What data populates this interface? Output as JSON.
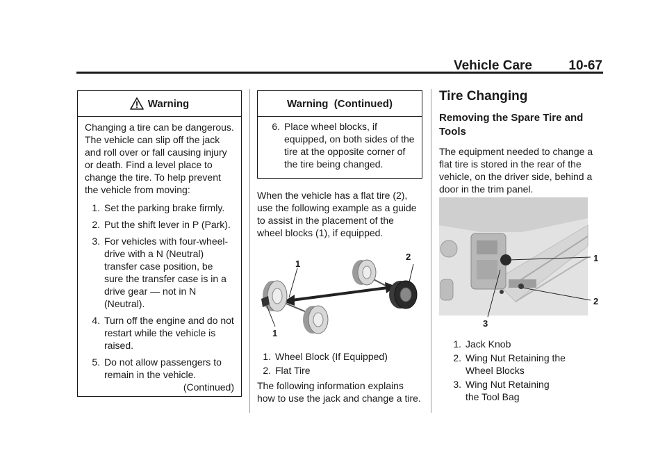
{
  "header": {
    "section": "Vehicle Care",
    "page": "10-67"
  },
  "warning_box": {
    "title": "Warning",
    "intro": "Changing a tire can be dangerous. The vehicle can slip off the jack and roll over or fall causing injury or death. Find a level place to change the tire. To help prevent the vehicle from moving:",
    "steps": [
      {
        "num": "1.",
        "text": "Set the parking brake firmly."
      },
      {
        "num": "2.",
        "text": "Put the shift lever in P (Park)."
      },
      {
        "num": "3.",
        "text": "For vehicles with four-wheel-drive with a N (Neutral) transfer case position, be sure the transfer case is in a drive gear — not in N (Neutral)."
      },
      {
        "num": "4.",
        "text": "Turn off the engine and do not restart while the vehicle is raised."
      },
      {
        "num": "5.",
        "text": "Do not allow passengers to remain in the vehicle."
      }
    ],
    "continued": "(Continued)"
  },
  "warning_cont_box": {
    "title": "Warning  (Continued)",
    "step_num": "6.",
    "step_text": "Place wheel blocks, if equipped, on both sides of the tire at the opposite corner of the tire being changed."
  },
  "middle": {
    "para1": "When the vehicle has a flat tire (2), use the following example as a guide to assist in the placement of the wheel blocks (1), if equipped.",
    "figure_callouts": [
      "1",
      "2",
      "1"
    ],
    "captions": [
      {
        "num": "1.",
        "text": "Wheel Block (If Equipped)"
      },
      {
        "num": "2.",
        "text": "Flat Tire"
      }
    ],
    "para2": "The following information explains how to use the jack and change a tire."
  },
  "right": {
    "heading": "Tire Changing",
    "subheading": "Removing the Spare Tire and Tools",
    "para": "The equipment needed to change a flat tire is stored in the rear of the vehicle, on the driver side, behind a door in the trim panel.",
    "figure_callouts": [
      "1",
      "2",
      "3"
    ],
    "captions": [
      {
        "num": "1.",
        "text": "Jack Knob"
      },
      {
        "num": "2.",
        "text": "Wing Nut Retaining the Wheel Blocks"
      },
      {
        "num": "3.",
        "text": "Wing Nut Retaining the Tool Bag"
      }
    ]
  },
  "colors": {
    "text": "#1a1a1a",
    "rule": "#1a1a1a",
    "separator": "#9a9a9a",
    "figure_bg": "#e6e6e6"
  }
}
